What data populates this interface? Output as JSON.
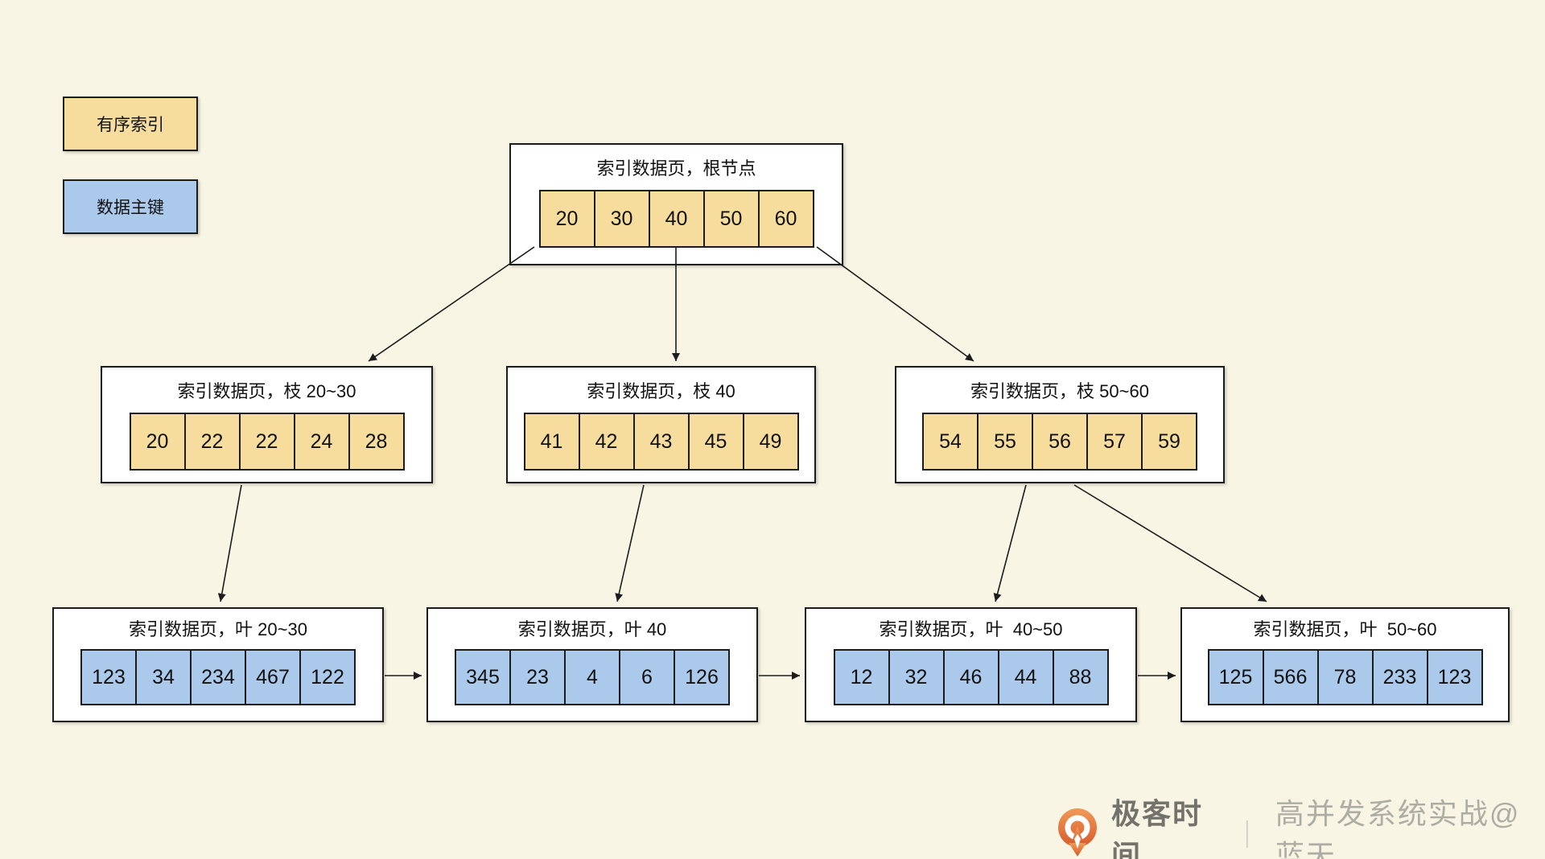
{
  "background": "#F8F5E5",
  "legend": {
    "items": [
      {
        "label": "有序索引",
        "type": "index",
        "color": "#F6DD9D"
      },
      {
        "label": "数据主键",
        "type": "pk",
        "color": "#ABC9EB"
      }
    ]
  },
  "nodes": {
    "root": {
      "title": "索引数据页，根节点",
      "cells": [
        "20",
        "30",
        "40",
        "50",
        "60"
      ]
    },
    "branch1": {
      "title": "索引数据页，枝 20~30",
      "cells": [
        "20",
        "22",
        "22",
        "24",
        "28"
      ]
    },
    "branch2": {
      "title": "索引数据页，枝 40",
      "cells": [
        "41",
        "42",
        "43",
        "45",
        "49"
      ]
    },
    "branch3": {
      "title": "索引数据页，枝 50~60",
      "cells": [
        "54",
        "55",
        "56",
        "57",
        "59"
      ]
    },
    "leaf1": {
      "title": "索引数据页，叶 20~30",
      "cells": [
        "123",
        "34",
        "234",
        "467",
        "122"
      ]
    },
    "leaf2": {
      "title": "索引数据页，叶 40",
      "cells": [
        "345",
        "23",
        "4",
        "6",
        "126"
      ]
    },
    "leaf3": {
      "title": "索引数据页，叶  40~50",
      "cells": [
        "12",
        "32",
        "46",
        "44",
        "88"
      ]
    },
    "leaf4": {
      "title": "索引数据页，叶  50~60",
      "cells": [
        "125",
        "566",
        "78",
        "233",
        "123"
      ]
    }
  },
  "watermark": {
    "brand": "极客时间",
    "separator": "｜",
    "slogan": "高并发系统实战@蓝天",
    "logo_color_top": "#F09B58",
    "logo_color_bottom": "#D75A2B"
  }
}
